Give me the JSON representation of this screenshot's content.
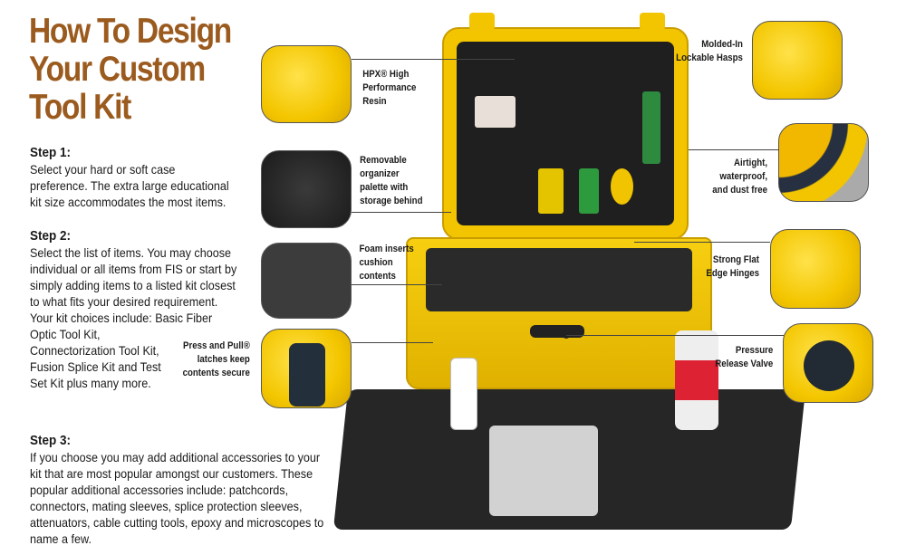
{
  "title": "How To Design Your Custom Tool Kit",
  "steps": [
    {
      "heading": "Step 1:",
      "text": "Select your hard or soft case preference. The extra large educational kit size accommodates the most items."
    },
    {
      "heading": "Step 2:",
      "text": "Select the list of items. You may choose individual or all items from FIS or start by simply adding items to a listed kit closest to what fits your desired requirement. Your kit choices include: Basic Fiber Optic Tool Kit, Connectorization Tool Kit, Fusion Splice Kit and Test Set Kit plus many more."
    },
    {
      "heading": "Step 3:",
      "text": "If you choose you may add additional accessories to your kit that are most popular amongst our customers. These popular additional accessories include: patchcords, connectors, mating sleeves, splice protection sleeves, attenuators, cable cutting tools, epoxy and microscopes to name a few."
    }
  ],
  "features": {
    "hpx": "HPX® High Performance Resin",
    "organizer": "Removable organizer palette with storage behind",
    "foam": "Foam inserts cushion contents",
    "latches": "Press and Pull® latches keep contents secure",
    "hasps": "Molded-In Lockable Hasps",
    "airtight": "Airtight, waterproof, and dust free",
    "hinges": "Strong Flat Edge Hinges",
    "valve": "Pressure Release Valve"
  }
}
